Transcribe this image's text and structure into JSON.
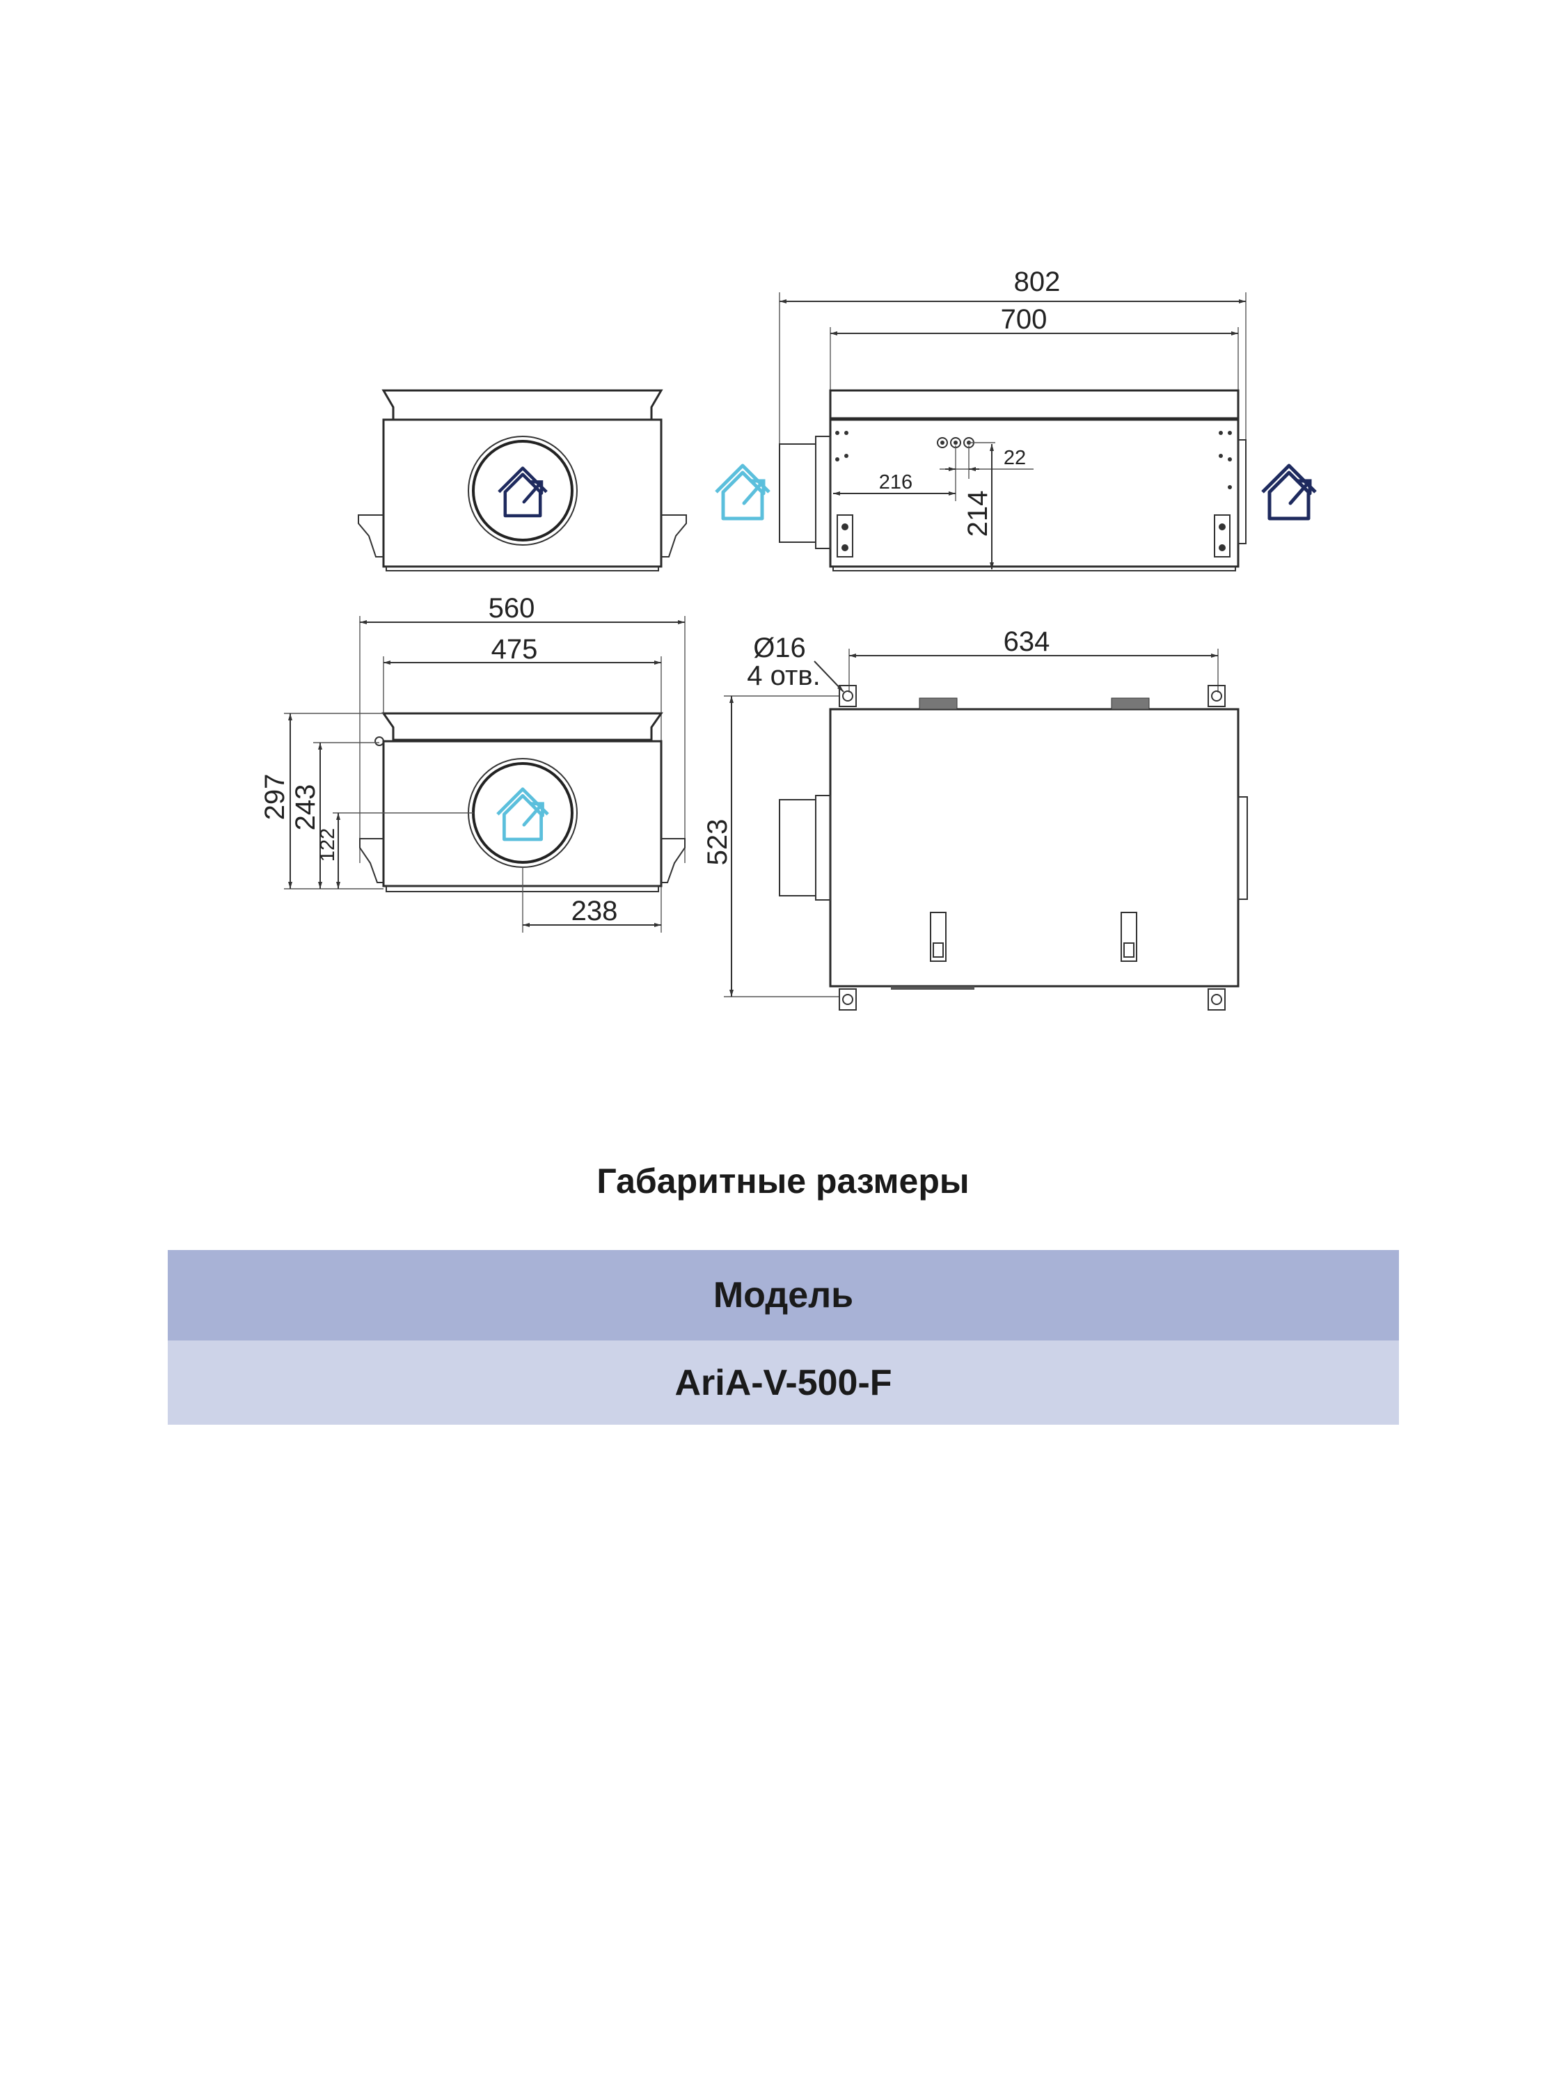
{
  "drawing": {
    "top_left_view": {},
    "top_right_view": {
      "overall_length": "802",
      "body_length": "700",
      "offset_216": "216",
      "spacing_22": "22",
      "height_214": "214"
    },
    "bottom_left_view": {
      "overall_width": "560",
      "body_width": "475",
      "height_297": "297",
      "height_243": "243",
      "height_122": "122",
      "offset_238": "238"
    },
    "bottom_right_view": {
      "mount_spacing": "634",
      "hole_diameter": "Ø16",
      "hole_count": "4 отв.",
      "overall_depth": "523"
    },
    "icons": {
      "supply_icon": "house-arrow-icon",
      "exhaust_icon": "house-arrow-icon"
    },
    "colors": {
      "supply": "#5bbfdc",
      "exhaust": "#1e2a5e",
      "table_header": "#a8b2d6",
      "table_row": "#cdd3e8"
    }
  },
  "title": "Габаритные размеры",
  "table": {
    "header": "Модель",
    "rows": [
      "AriA-V-500-F"
    ]
  }
}
